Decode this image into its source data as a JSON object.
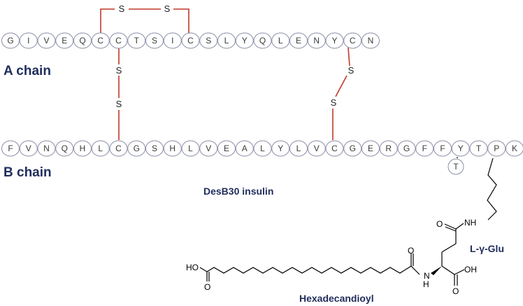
{
  "a_chain": {
    "label": "A chain",
    "residues": [
      "G",
      "I",
      "V",
      "E",
      "Q",
      "C",
      "C",
      "T",
      "S",
      "I",
      "C",
      "S",
      "L",
      "Y",
      "Q",
      "L",
      "E",
      "N",
      "Y",
      "C",
      "N"
    ]
  },
  "b_chain": {
    "label": "B chain",
    "residues": [
      "F",
      "V",
      "N",
      "Q",
      "H",
      "L",
      "C",
      "G",
      "S",
      "H",
      "L",
      "V",
      "E",
      "A",
      "L",
      "Y",
      "L",
      "V",
      "C",
      "G",
      "E",
      "R",
      "G",
      "F",
      "F",
      "Y",
      "T",
      "P",
      "K"
    ],
    "branch_residue": "T"
  },
  "disulfide": {
    "atom": "S"
  },
  "labels": {
    "insulin": "DesB30 insulin",
    "glu": "L-γ-Glu",
    "hexadec": "Hexadecandioyl"
  },
  "atoms": {
    "NH": "NH",
    "N": "N",
    "H": "H",
    "O": "O",
    "OH": "OH",
    "HO": "HO"
  },
  "colors": {
    "chain_label": "#1f2d5c",
    "disulfide_bond": "#c0392b",
    "residue_outline": "#8a8ea6"
  }
}
